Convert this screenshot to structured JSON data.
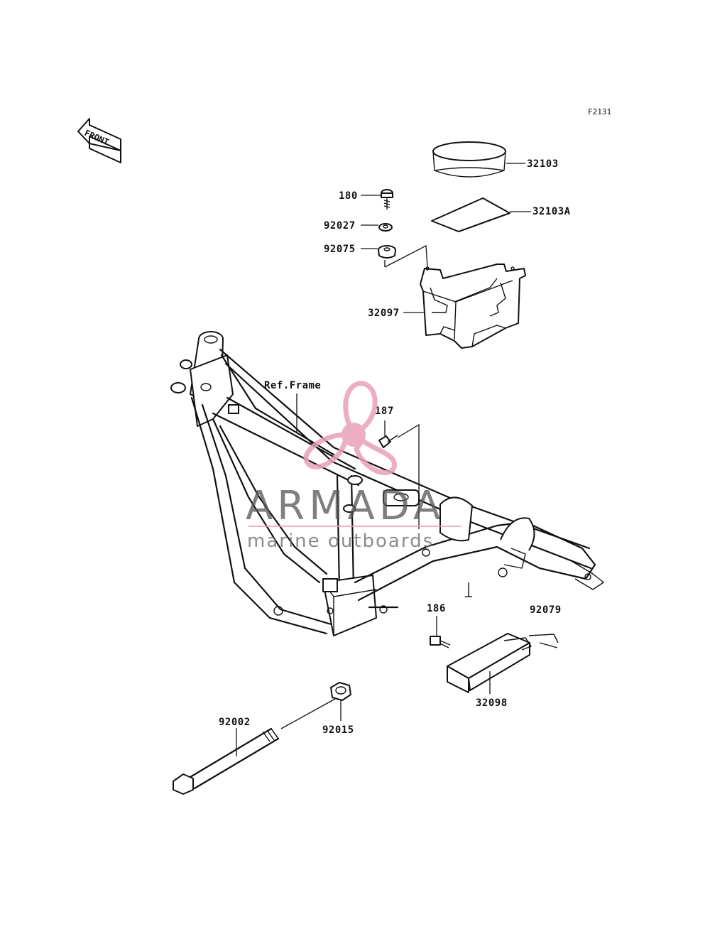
{
  "diagram_code": "F2131",
  "front_indicator": "FRONT",
  "ref_frame_label": "Ref.Frame",
  "parts": {
    "p32103": "32103",
    "p32103A": "32103A",
    "p180": "180",
    "p92027": "92027",
    "p92075": "92075",
    "p32097": "32097",
    "p187": "187",
    "p186": "186",
    "p92079": "92079",
    "p32098": "32098",
    "p92002": "92002",
    "p92015": "92015"
  },
  "watermark": {
    "brand": "ARMADA",
    "tagline": "marine outboards",
    "logo_color": "#e8a0b8"
  }
}
